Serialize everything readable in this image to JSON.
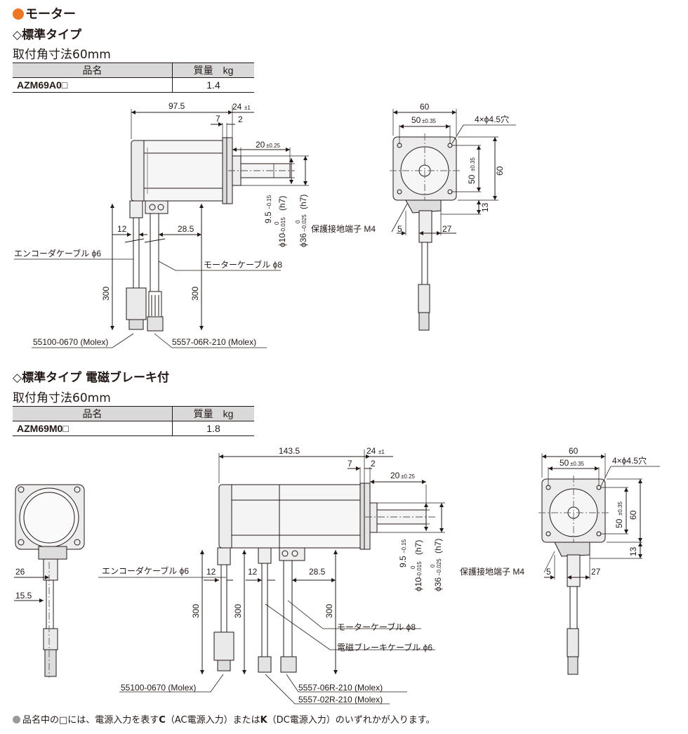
{
  "section": {
    "title": "モーター"
  },
  "std": {
    "title": "◇標準タイプ",
    "dim": "取付角寸法60mm",
    "table": {
      "h1": "品名",
      "h2": "質量　kg",
      "model": "AZM69A0□",
      "mass": "1.4"
    },
    "labels": {
      "d97": "97.5",
      "d24": "24",
      "pm1": "±1",
      "d7": "7",
      "d2": "2",
      "d20": "20",
      "pm025": "±0.25",
      "d12": "12",
      "d285": "28.5",
      "d300a": "300",
      "d300b": "300",
      "encoder": "エンコーダケーブル ϕ6",
      "motor": "モーターケーブル ϕ8",
      "con1": "55100-0670 (Molex)",
      "con2": "5557-06R-210 (Molex)",
      "v95": "9.5",
      "v95t": "−0.15",
      "v10": "ϕ10",
      "v10t": "−0.015",
      "h7": "(h7)",
      "v36": "ϕ36",
      "v36t": "−0.025",
      "zero": "0",
      "f60": "60",
      "f50": "50",
      "pm035": "±0.35",
      "holes": "4×ϕ4.5穴",
      "f50v": "50",
      "f60v": "60",
      "f13": "13",
      "ground": "保護接地端子 M4",
      "f5": "5",
      "f27": "27"
    }
  },
  "brake": {
    "title": "◇標準タイプ 電磁ブレーキ付",
    "dim": "取付角寸法60mm",
    "table": {
      "h1": "品名",
      "h2": "質量　kg",
      "model": "AZM69M0□",
      "mass": "1.8"
    },
    "labels": {
      "d143": "143.5",
      "d24": "24",
      "pm1": "±1",
      "d7": "7",
      "d2": "2",
      "d20": "20",
      "pm025": "±0.25",
      "d12a": "12",
      "d12b": "12",
      "d285": "28.5",
      "d300a": "300",
      "d300b": "300",
      "d300c": "300",
      "encoder": "エンコーダケーブル ϕ6",
      "motor": "モーターケーブル ϕ8",
      "brakec": "電磁ブレーキケーブル ϕ6",
      "con1": "55100-0670 (Molex)",
      "con2": "5557-06R-210 (Molex)",
      "con3": "5557-02R-210 (Molex)",
      "v95": "9.5",
      "v95t": "−0.15",
      "v10": "ϕ10",
      "v10t": "−0.015",
      "h7": "(h7)",
      "v36": "ϕ36",
      "v36t": "−0.025",
      "zero": "0",
      "f60": "60",
      "f50": "50",
      "pm035": "±0.35",
      "holes": "4×ϕ4.5穴",
      "f50v": "50",
      "f60v": "60",
      "f13": "13",
      "ground": "保護接地端子 M4",
      "f5": "5",
      "f27": "27",
      "r26": "26",
      "r155": "15.5"
    }
  },
  "note": {
    "text": "品名中の□には、電源入力を表す",
    "c": "C",
    "c_desc": "（AC電源入力）または",
    "k": "K",
    "k_desc": "（DC電源入力）のいずれかが入ります。"
  }
}
